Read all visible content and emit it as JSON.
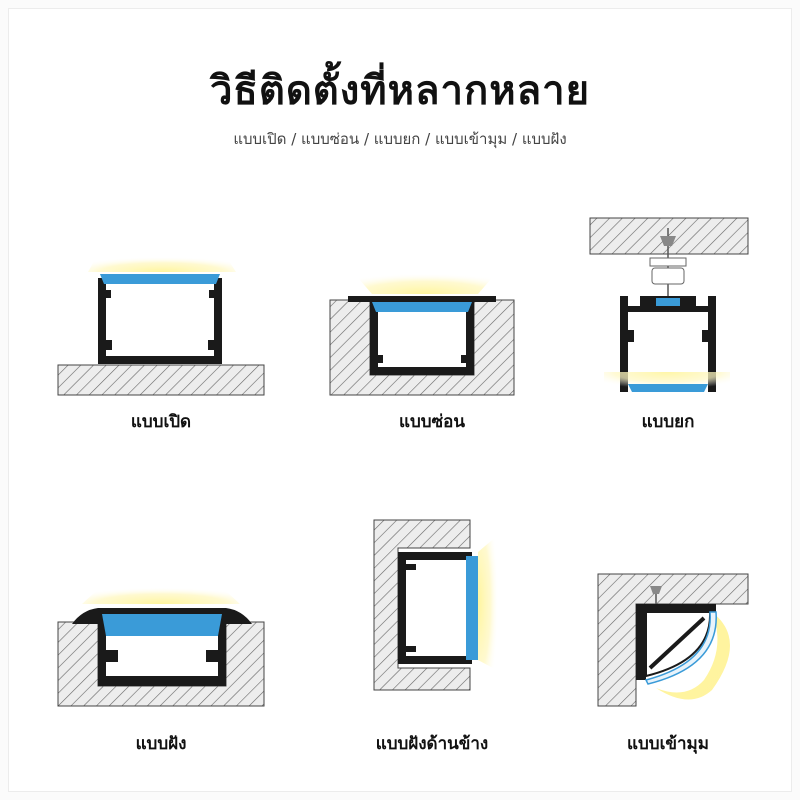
{
  "header": {
    "title": "วิธีติดตั้งที่หลากหลาย",
    "subtitle": "แบบเปิด / แบบซ่อน / แบบยก / แบบเข้ามุม / แบบฝัง"
  },
  "methods": [
    {
      "id": "surface",
      "label": "แบบเปิด"
    },
    {
      "id": "recessed",
      "label": "แบบซ่อน"
    },
    {
      "id": "suspended",
      "label": "แบบยก"
    },
    {
      "id": "embedded",
      "label": "แบบฝัง"
    },
    {
      "id": "side-embedded",
      "label": "แบบฝังด้านข้าง"
    },
    {
      "id": "corner",
      "label": "แบบเข้ามุม"
    }
  ],
  "colors": {
    "profile": "#1a1a1a",
    "diffuser": "#3a9bd8",
    "glow": "#fff176",
    "hatch": "#555555",
    "wall_fill": "#ececec",
    "label": "#111111"
  }
}
